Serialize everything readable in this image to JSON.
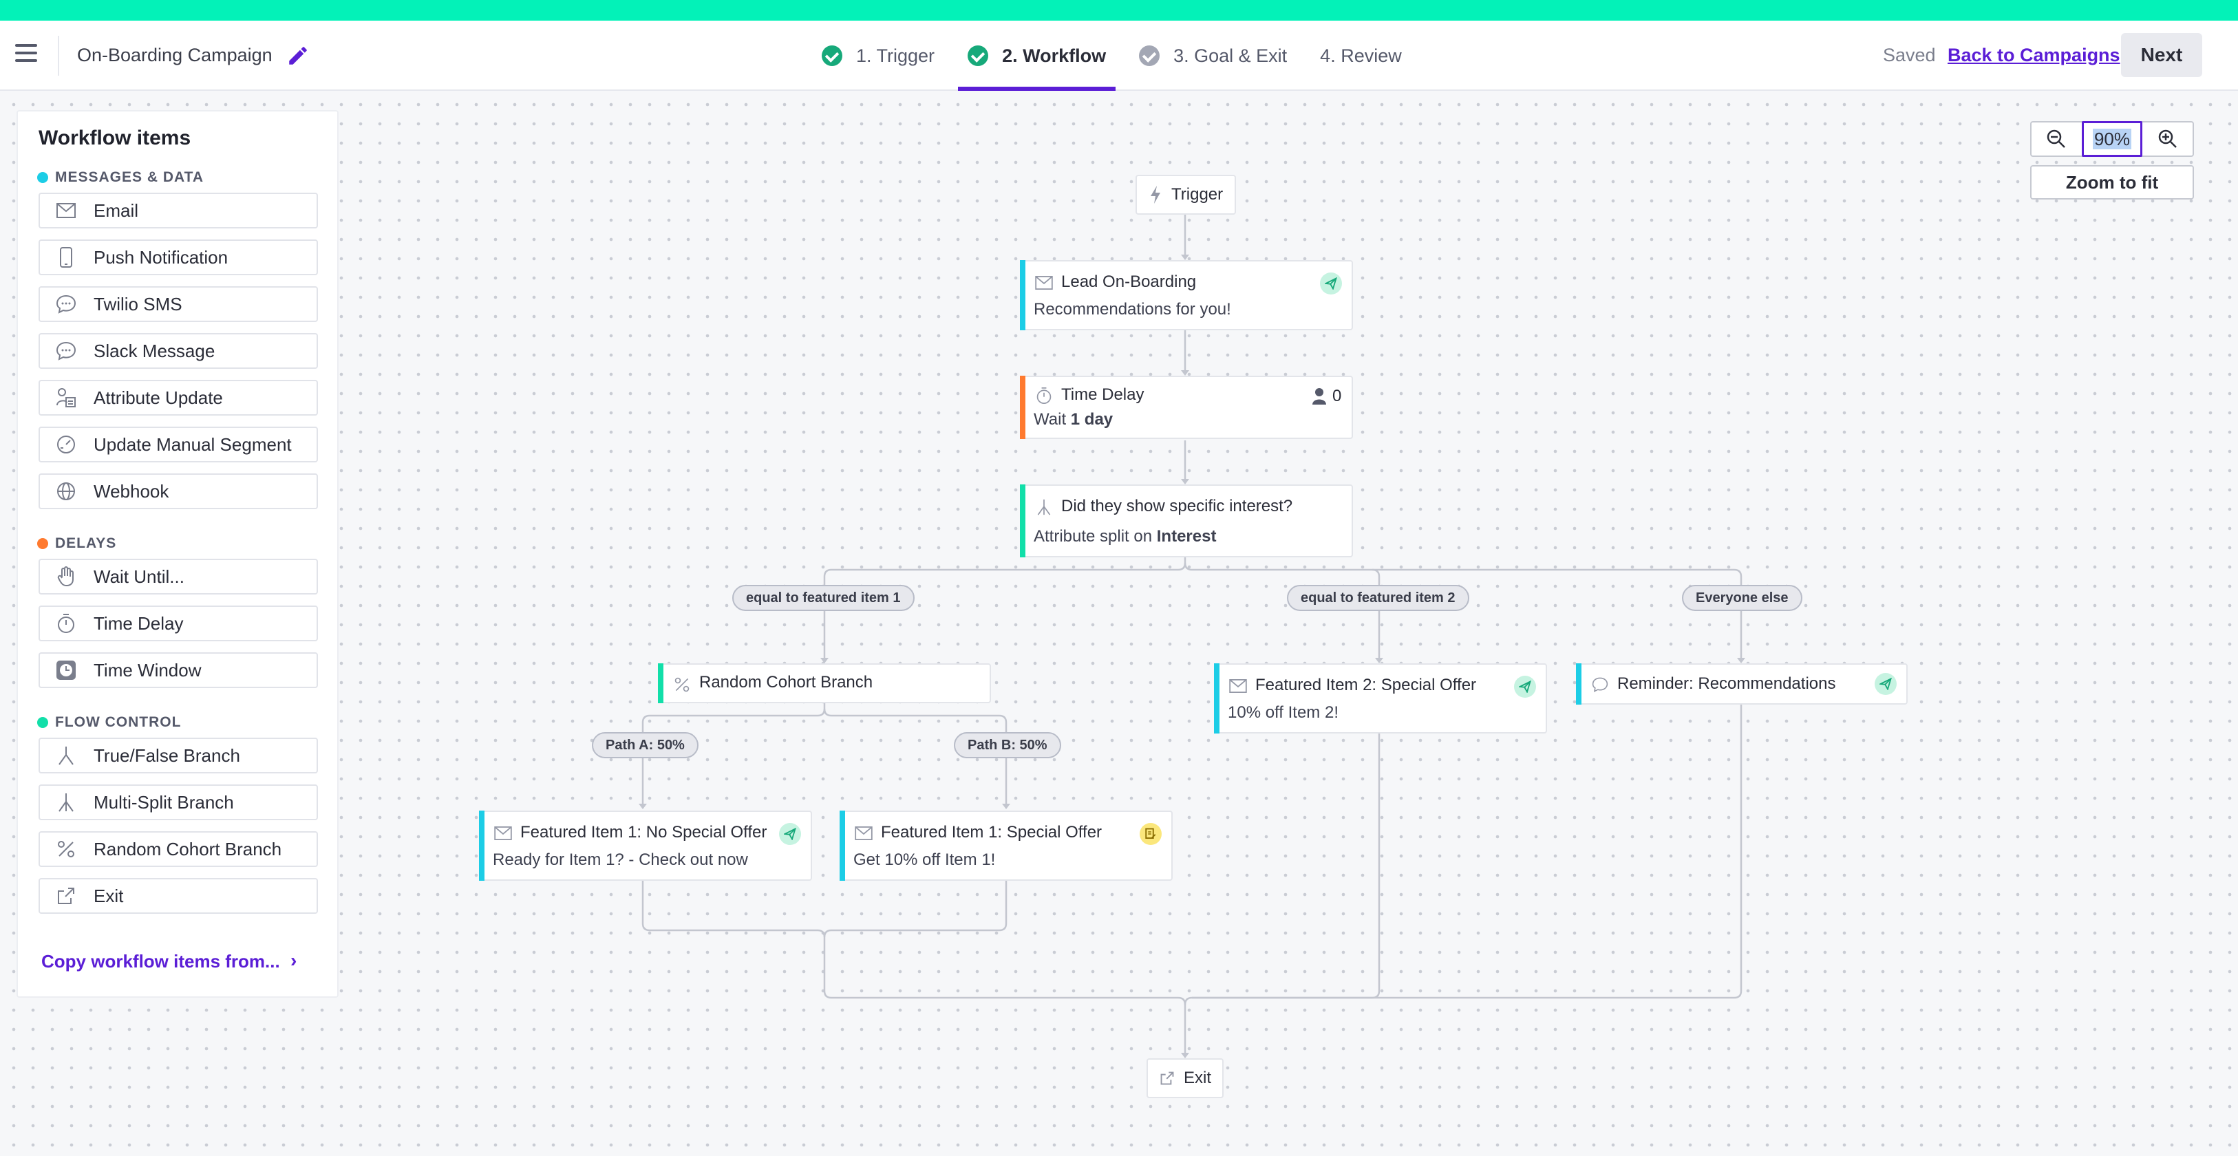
{
  "header": {
    "campaign_name": "On-Boarding Campaign",
    "steps": [
      {
        "label": "1. Trigger",
        "status": "complete"
      },
      {
        "label": "2. Workflow",
        "status": "active"
      },
      {
        "label": "3. Goal & Exit",
        "status": "partial"
      },
      {
        "label": "4. Review",
        "status": "pending"
      }
    ],
    "saved_label": "Saved",
    "back_label": "Back to Campaigns",
    "next_label": "Next"
  },
  "sidebar": {
    "title": "Workflow items",
    "sections": [
      {
        "label": "MESSAGES & DATA",
        "color": "#1ccde6"
      },
      {
        "label": "DELAYS",
        "color": "#ff7a2f"
      },
      {
        "label": "FLOW CONTROL",
        "color": "#12dfa9"
      }
    ],
    "items": [
      {
        "label": "Email",
        "icon": "envelope-icon"
      },
      {
        "label": "Push Notification",
        "icon": "phone-icon"
      },
      {
        "label": "Twilio SMS",
        "icon": "chat-bubble-icon"
      },
      {
        "label": "Slack Message",
        "icon": "chat-bubble-icon"
      },
      {
        "label": "Attribute Update",
        "icon": "person-list-icon"
      },
      {
        "label": "Update Manual Segment",
        "icon": "gauge-icon"
      },
      {
        "label": "Webhook",
        "icon": "globe-icon"
      },
      {
        "label": "Wait Until...",
        "icon": "hand-icon"
      },
      {
        "label": "Time Delay",
        "icon": "stopwatch-icon"
      },
      {
        "label": "Time Window",
        "icon": "clock-icon"
      },
      {
        "label": "True/False Branch",
        "icon": "branch-icon"
      },
      {
        "label": "Multi-Split Branch",
        "icon": "multi-branch-icon"
      },
      {
        "label": "Random Cohort Branch",
        "icon": "percent-icon"
      },
      {
        "label": "Exit",
        "icon": "exit-icon"
      }
    ],
    "copy_link": "Copy workflow items from...",
    "copy_chevron": "›"
  },
  "zoom": {
    "level": "90%",
    "fit_label": "Zoom to fit"
  },
  "workflow": {
    "trigger": "Trigger",
    "lead": {
      "title": "Lead On-Boarding",
      "subtitle": "Recommendations for you!"
    },
    "delay": {
      "title": "Time Delay",
      "prefix": "Wait ",
      "value": "1 day",
      "count": "0"
    },
    "split": {
      "title": "Did they show specific interest?",
      "prefix": "Attribute split on ",
      "attribute": "Interest"
    },
    "branch_labels": [
      "equal to featured item 1",
      "equal to featured item 2",
      "Everyone else"
    ],
    "cohort": {
      "title": "Random Cohort Branch"
    },
    "path_labels": [
      "Path A: 50%",
      "Path B: 50%"
    ],
    "item2": {
      "title": "Featured Item 2: Special Offer",
      "subtitle": "10% off Item 2!"
    },
    "reminder": {
      "title": "Reminder: Recommendations"
    },
    "item1_no_offer": {
      "title": "Featured Item 1: No Special Offer",
      "subtitle": "Ready for Item 1? - Check out now"
    },
    "item1_offer": {
      "title": "Featured Item 1: Special Offer",
      "subtitle": "Get 10% off Item 1!"
    },
    "exit": "Exit",
    "colors": {
      "message_bar": "#1ccde6",
      "delay_bar": "#ff7a2f",
      "flow_bar": "#12dfa9"
    }
  }
}
